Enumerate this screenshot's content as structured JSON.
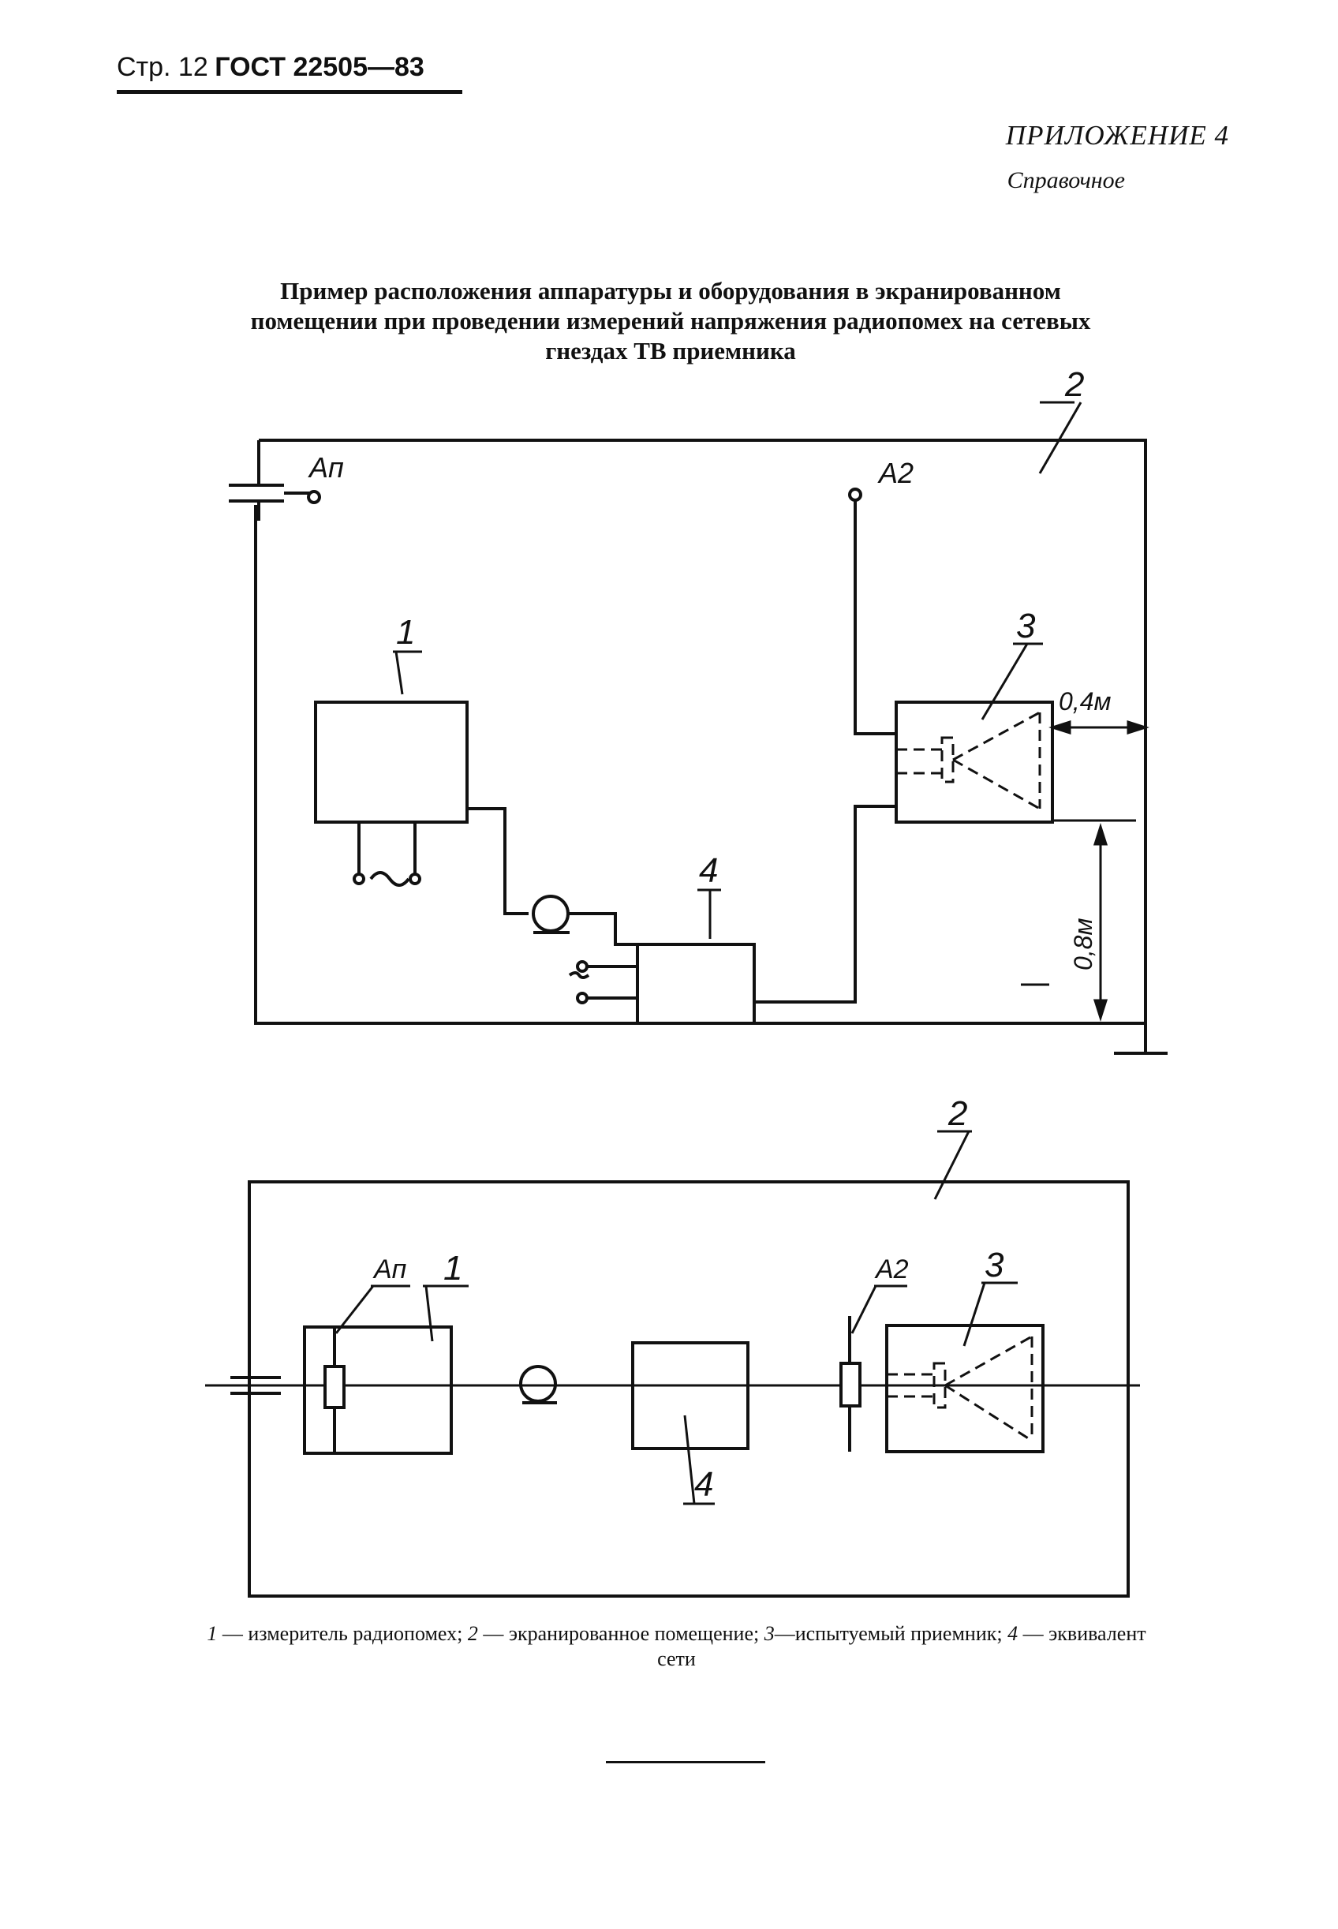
{
  "header": {
    "page_prefix": "Стр. 12",
    "standard": "ГОСТ 22505—83"
  },
  "appendix": {
    "title": "ПРИЛОЖЕНИЕ 4",
    "type": "Справочное"
  },
  "title_lines": [
    "Пример расположения аппаратуры и оборудования в экранированном",
    "помещении при проведении измерений напряжения радиопомех на сетевых",
    "гнездах ТВ приемника"
  ],
  "diagram_labels": {
    "upper": {
      "item_1": "1",
      "item_2": "2",
      "item_3": "3",
      "item_4": "4",
      "antenna_n": "Ап",
      "antenna_2": "А2",
      "dim_horizontal": "0,4м",
      "dim_vertical": "0,8м"
    },
    "lower": {
      "item_1": "1",
      "item_2": "2",
      "item_3": "3",
      "item_4": "4",
      "antenna_n": "Ап",
      "antenna_2": "А2"
    }
  },
  "caption": {
    "n1": "1",
    "t1": " — измеритель радиопомех; ",
    "n2": "2",
    "t2": " — экранированное помещение; ",
    "n3": "3",
    "t3": "—испытуемый приемник; ",
    "n4": "4",
    "t4": " — эквивалент сети"
  }
}
